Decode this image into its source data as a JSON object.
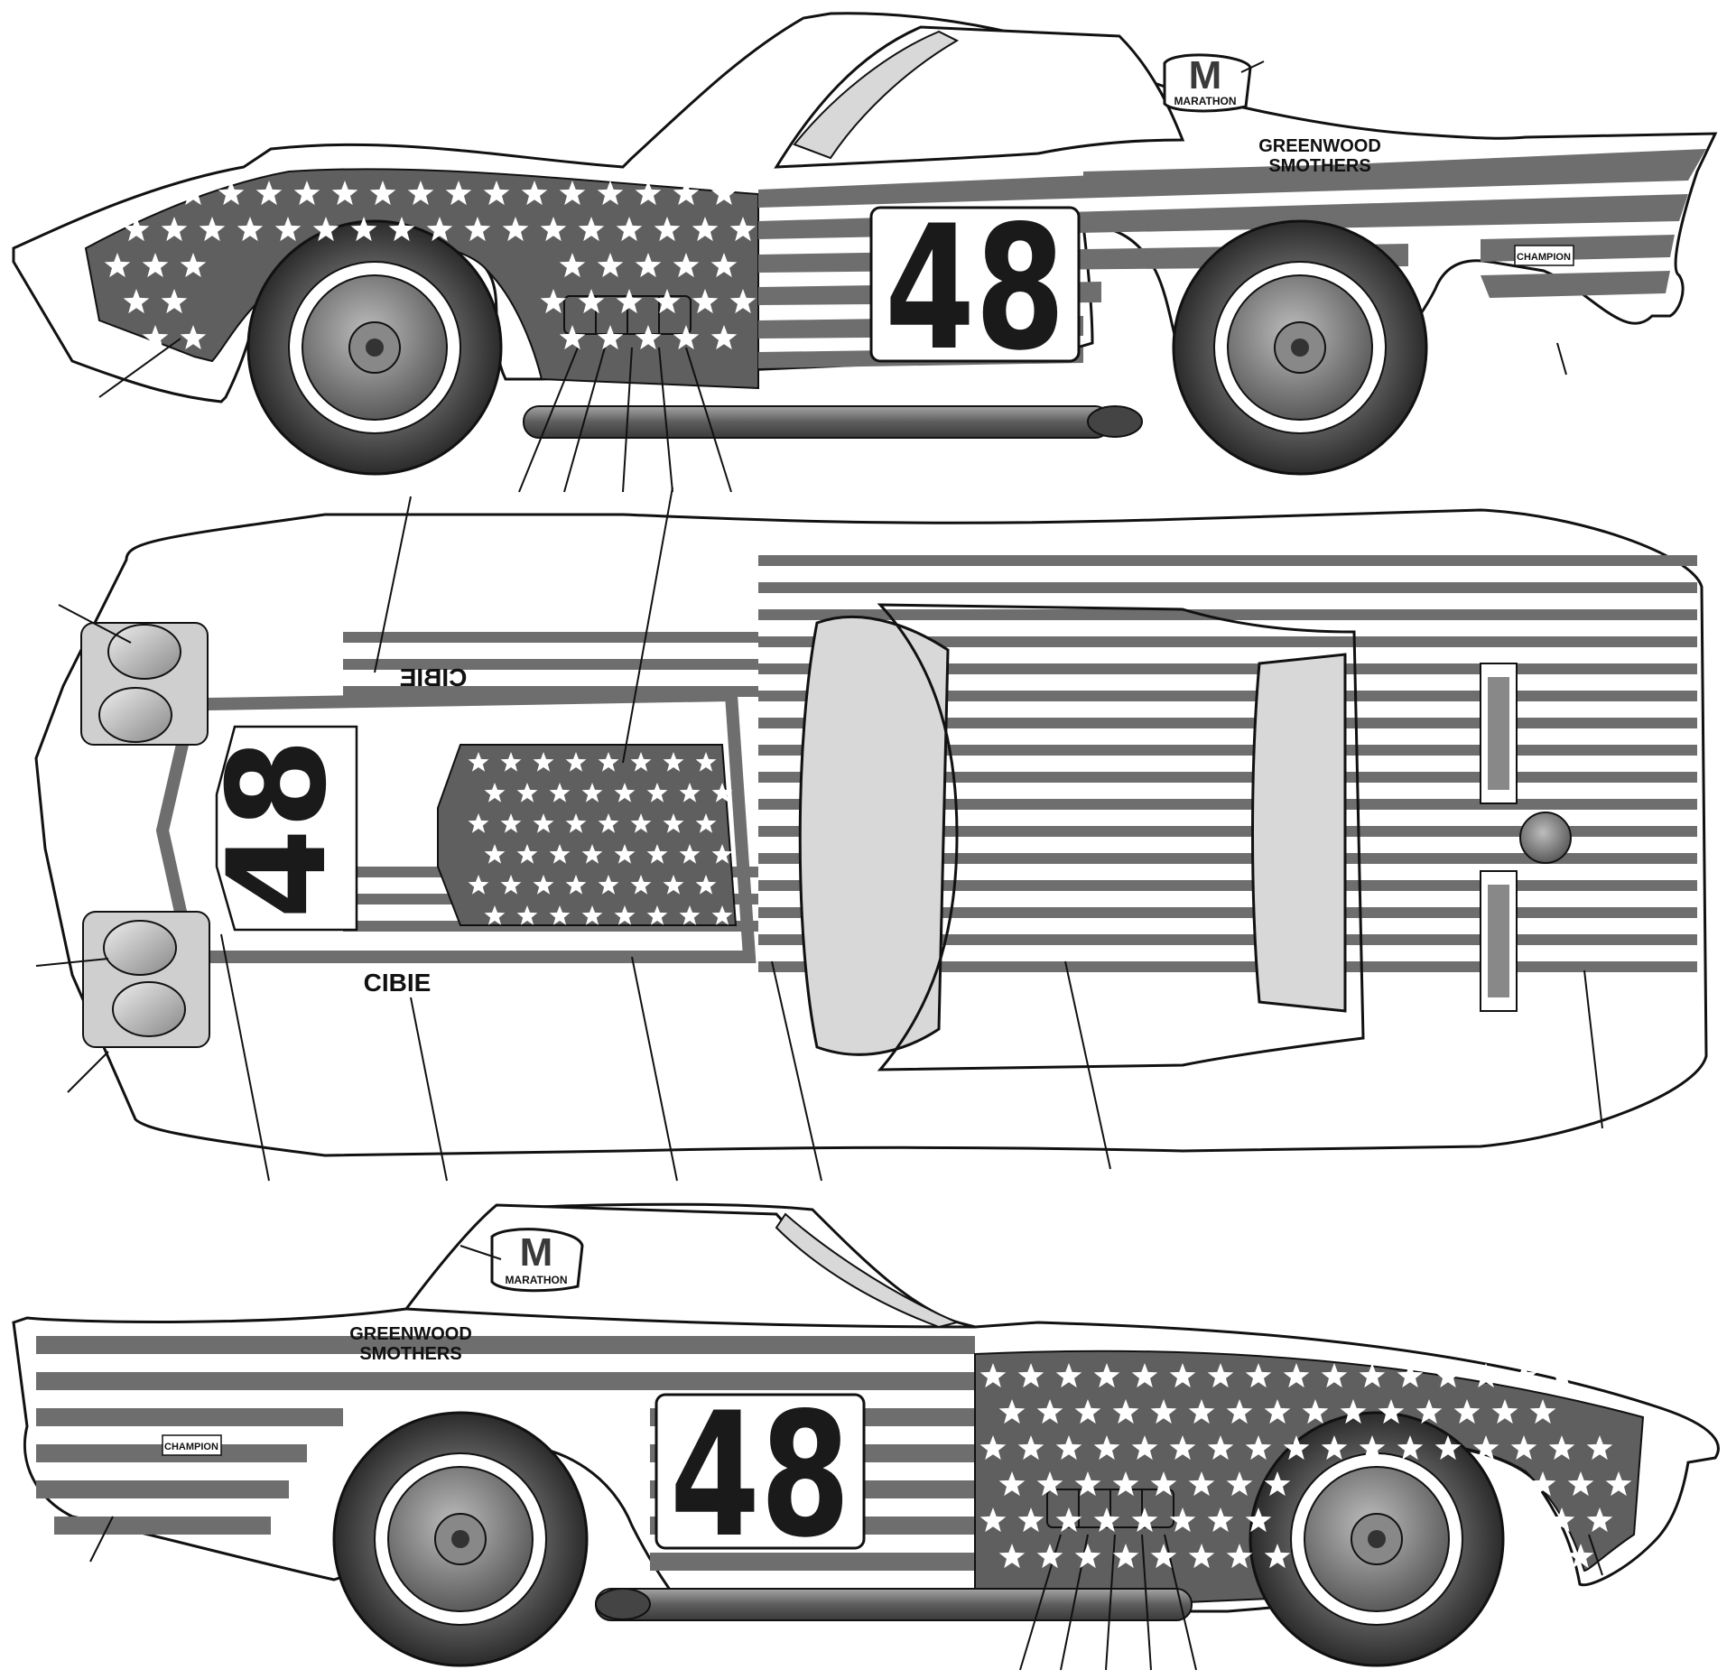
{
  "decals": {
    "race_number": "48",
    "marathon_letter": "M",
    "marathon_name": "MARATHON",
    "team_line1": "GREENWOOD",
    "team_line2": "SMOTHERS",
    "champion": "CHAMPION",
    "cibie": "CIBIE"
  },
  "colors": {
    "stripe": "#6e6e6e",
    "stripe_light": "#ffffff",
    "star_field": "#5f5f5f",
    "star": "#ffffff",
    "number_plate": "#ffffff",
    "number": "#1a1a1a",
    "tire": "#2b2b2b",
    "wheel": "#7a7a7a",
    "glass": "#d8d8d8",
    "outline": "#111111",
    "exhaust": "#6a6a6a"
  }
}
